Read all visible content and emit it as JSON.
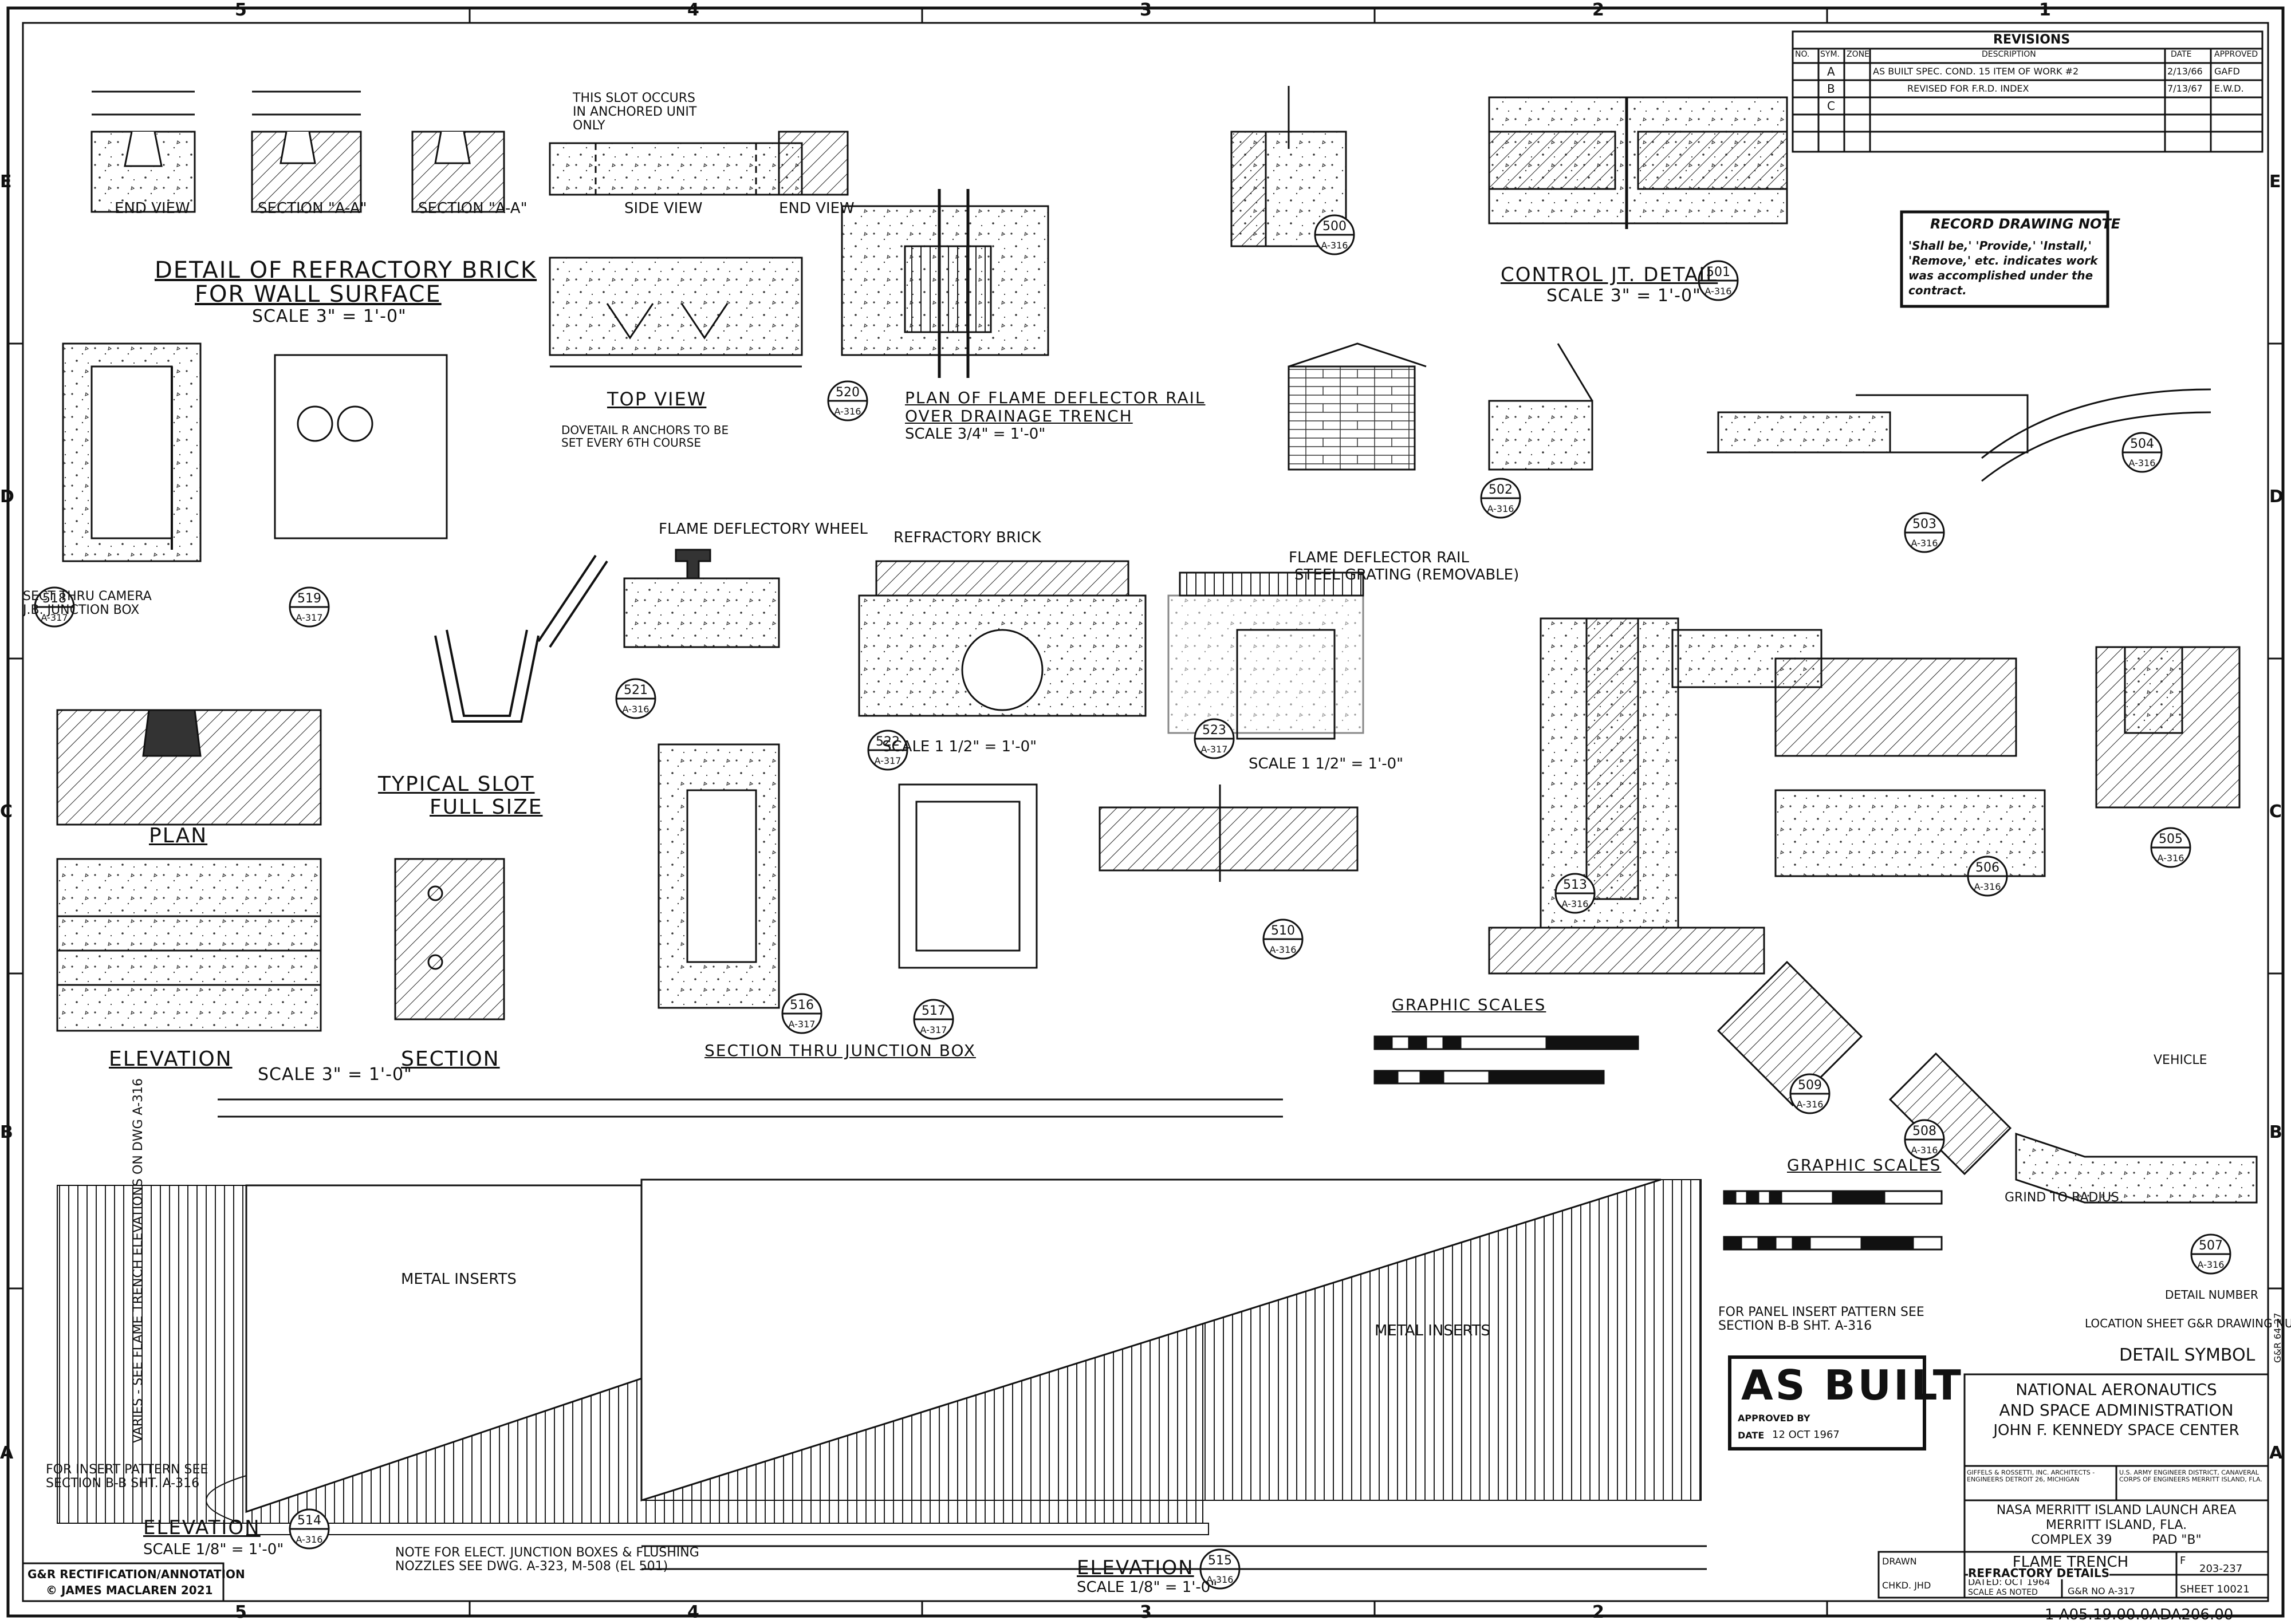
{
  "zones": {
    "columns": [
      "5",
      "4",
      "3",
      "2",
      "1"
    ],
    "rows": [
      "E",
      "D",
      "C",
      "B",
      "A"
    ]
  },
  "details": {
    "refractory_brick_title": "DETAIL OF REFRACTORY BRICK",
    "refractory_brick_title2": "FOR WALL SURFACE",
    "refractory_brick_scale": "SCALE 3\" = 1'-0\"",
    "end_view": "END VIEW",
    "section_aa": "SECTION \"A-A\"",
    "side_view": "SIDE VIEW",
    "top_view": "TOP VIEW",
    "slot_note": "THIS SLOT OCCURS IN ANCHORED UNIT ONLY",
    "dovetail_note": "DOVETAIL R ANCHORS TO BE SET EVERY 6TH COURSE",
    "flame_deflector_rail_title": "PLAN OF FLAME DEFLECTOR RAIL",
    "flame_deflector_rail_title2": "OVER DRAINAGE TRENCH",
    "flame_deflector_rail_scale": "SCALE 3/4\" = 1'-0\"",
    "control_jt_title": "CONTROL JT. DETAIL",
    "control_jt_scale": "SCALE 3\" = 1'-0\"",
    "typical_slot": "TYPICAL SLOT",
    "full_size": "FULL SIZE",
    "plan": "PLAN",
    "elevation": "ELEVATION",
    "section": "SECTION",
    "scale_3": "SCALE 3\" = 1'-0\"",
    "section_thru_jbox": "SECTION THRU JUNCTION BOX",
    "sect_thru_camera": "SECT THRU CAMERA J.B. JUNCTION BOX",
    "flame_deflector_wheel": "FLAME DEFLECTORY WHEEL",
    "refractory_brick": "REFRACTORY BRICK",
    "flame_deflector_rail": "FLAME DEFLECTOR RAIL",
    "steel_grating": "STEEL GRATING (REMOVABLE)",
    "scale_1_5": "SCALE 1 1/2\" = 1'-0\"",
    "scale_3_4": "SCALE 3/4\" = 1'-0\"",
    "graphic_scales": "GRAPHIC SCALES",
    "elevation_left": "ELEVATION",
    "elevation_left_scale": "SCALE 1/8\" = 1'-0\"",
    "elevation_bottom": "ELEVATION",
    "elevation_bottom_scale": "SCALE 1/8\" = 1'-0\"",
    "metal_inserts": "METAL INSERTS",
    "varies_note": "VARIES - SEE FLAME TRENCH ELEVATIONS ON DWG A-316",
    "insert_pattern_note": "FOR INSERT PATTERN SEE SECTION B-B SHT. A-316",
    "panel_insert_note": "FOR PANEL INSERT PATTERN SEE SECTION B-B SHT. A-316",
    "bottom_note": "NOTE FOR ELECT. JUNCTION BOXES & FLUSHING NOZZLES SEE DWG. A-323, M-508 (EL 501)",
    "detail_symbol": "DETAIL SYMBOL",
    "detail_number": "DETAIL NUMBER",
    "location_sheet": "LOCATION SHEET G&R DRAWING NUMBER",
    "grind_to_radius": "GRIND TO RADIUS",
    "vehicle": "VEHICLE"
  },
  "bubbles": [
    {
      "top": "500",
      "bot": "A-316"
    },
    {
      "top": "501",
      "bot": "A-316"
    },
    {
      "top": "502",
      "bot": "A-316"
    },
    {
      "top": "503",
      "bot": "A-316"
    },
    {
      "top": "504",
      "bot": "A-316"
    },
    {
      "top": "505",
      "bot": "A-316"
    },
    {
      "top": "506",
      "bot": "A-316"
    },
    {
      "top": "507",
      "bot": "A-316"
    },
    {
      "top": "508",
      "bot": "A-316"
    },
    {
      "top": "509",
      "bot": "A-316"
    },
    {
      "top": "510",
      "bot": "A-316"
    },
    {
      "top": "513",
      "bot": "A-316"
    },
    {
      "top": "514",
      "bot": "A-316"
    },
    {
      "top": "515",
      "bot": "A-316"
    },
    {
      "top": "516",
      "bot": "A-317"
    },
    {
      "top": "517",
      "bot": "A-317"
    },
    {
      "top": "518",
      "bot": "A-317"
    },
    {
      "top": "519",
      "bot": "A-317"
    },
    {
      "top": "520",
      "bot": "A-316"
    },
    {
      "top": "521",
      "bot": "A-316"
    },
    {
      "top": "522",
      "bot": "A-317"
    },
    {
      "top": "523",
      "bot": "A-317"
    }
  ],
  "revisions": {
    "title": "REVISIONS",
    "headers": [
      "NO.",
      "SYM.",
      "ZONE",
      "DESCRIPTION",
      "DATE",
      "APPROVED"
    ],
    "rows": [
      [
        "",
        "A",
        "",
        "AS BUILT SPEC. COND. 15 ITEM OF WORK #2",
        "2/13/66",
        "GAFD"
      ],
      [
        "",
        "B",
        "",
        "REVISED FOR F.R.D. INDEX",
        "7/13/67",
        "E.W.D."
      ],
      [
        "",
        "C",
        "",
        "",
        "",
        ""
      ]
    ]
  },
  "record_note": {
    "title": "RECORD DRAWING NOTE",
    "body": "'Shall be,' 'Provide,' 'Install,' 'Remove,' etc. indicates work was accomplished under the contract."
  },
  "as_built": {
    "stamp": "AS BUILT",
    "approved_by": "APPROVED BY",
    "date_label": "DATE",
    "date_value": "12 OCT 1967"
  },
  "title_block": {
    "agency1": "NATIONAL AERONAUTICS",
    "agency2": "AND SPACE ADMINISTRATION",
    "agency3": "JOHN F. KENNEDY SPACE CENTER",
    "architect": "GIFFELS & ROSSETTI, INC. ARCHITECTS - ENGINEERS DETROIT 26, MICHIGAN",
    "corps": "U.S. ARMY ENGINEER DISTRICT, CANAVERAL CORPS OF ENGINEERS MERRITT ISLAND, FLA.",
    "project1": "NASA MERRITT ISLAND LAUNCH AREA",
    "project2": "MERRITT ISLAND, FLA.",
    "project3": "COMPLEX 39          PAD \"B\"",
    "drawing1": "FLAME TRENCH",
    "drawing2": "REFRACTORY DETAILS",
    "dated_label": "DATED:",
    "dated_value": "OCT 1964",
    "scale_label": "SCALE AS NOTED",
    "gr_no": "G&R NO A-317",
    "file_no": "203-237",
    "sheet": "SHEET 10021",
    "size": "F",
    "drawn": "DRAWN",
    "checked": "CHKD. JHD"
  },
  "footer": {
    "rectification": "G&R RECTIFICATION/ANNOTATION",
    "copyright": "© JAMES MACLAREN 2021",
    "drawing_number": "1 A05.19.00.0ADA206.00",
    "side_number": "G&R 64-27"
  }
}
